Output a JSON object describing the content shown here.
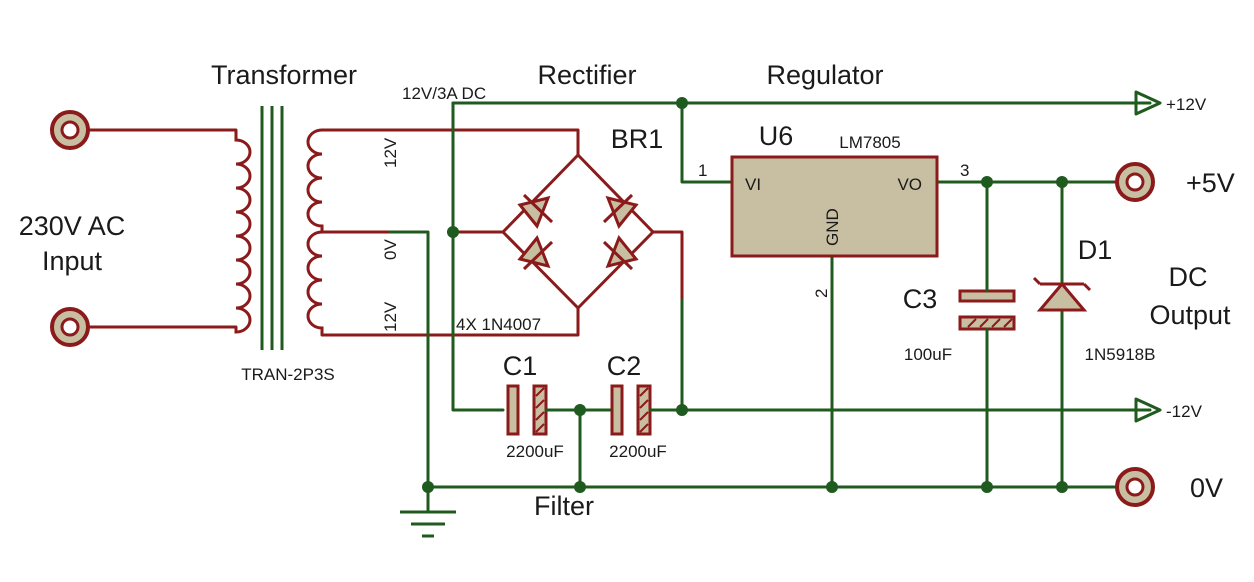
{
  "sections": {
    "transformer": "Transformer",
    "rectifier": "Rectifier",
    "regulator": "Regulator",
    "filter": "Filter"
  },
  "input": {
    "line1": "230V AC",
    "line2": "Input"
  },
  "transformer": {
    "part": "TRAN-2P3S",
    "tap_top": "12V",
    "tap_mid": "0V",
    "tap_bot": "12V"
  },
  "bridge": {
    "ref": "BR1",
    "part": "4X 1N4007",
    "bus_label": "12V/3A DC"
  },
  "regulator": {
    "ref": "U6",
    "part": "LM7805",
    "pin_vi": "VI",
    "pin_vo": "VO",
    "pin_gnd": "GND",
    "pin1": "1",
    "pin2": "2",
    "pin3": "3"
  },
  "capacitors": {
    "c1": {
      "ref": "C1",
      "value": "2200uF"
    },
    "c2": {
      "ref": "C2",
      "value": "2200uF"
    },
    "c3": {
      "ref": "C3",
      "value": "100uF"
    }
  },
  "diode": {
    "ref": "D1",
    "part": "1N5918B"
  },
  "outputs": {
    "plus12": "+12V",
    "minus12": "-12V",
    "plus5": "+5V",
    "zero": "0V",
    "dc_line1": "DC",
    "dc_line2": "Output"
  },
  "colors": {
    "wire": "#1f5a1f",
    "component": "#8b1a1a",
    "fill": "#c8bfa3"
  }
}
